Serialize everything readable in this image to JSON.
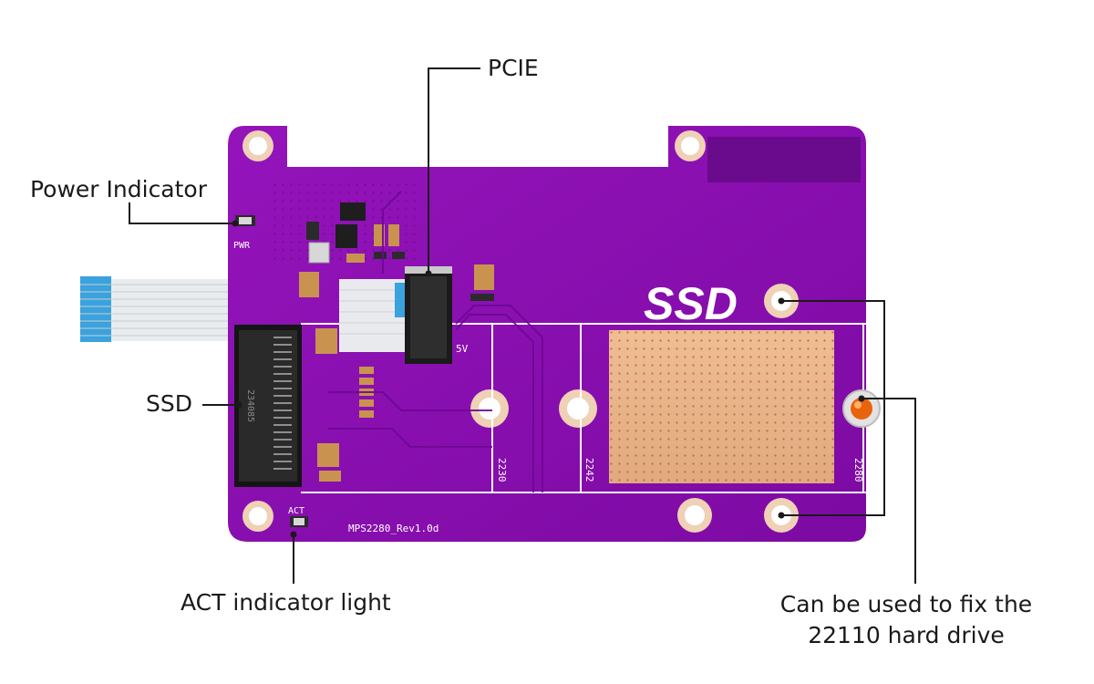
{
  "board": {
    "model": "MPS2280_Rev1.0d",
    "silk_pwr": "PWR",
    "silk_act": "ACT",
    "silk_5v": "5V",
    "ssd_logo": "SSD",
    "slot_marks": [
      "2230",
      "2242",
      "2280"
    ],
    "m2_socket_code": "234085"
  },
  "callouts": {
    "pcie": "PCIE",
    "power_indicator": "Power Indicator",
    "ssd": "SSD",
    "act_indicator": "ACT indicator light",
    "fix_note": "Can be used to fix the 22110 hard drive"
  },
  "colors": {
    "pcb_purple": "#8a0fb0",
    "gold_pad": "#e8b48a",
    "ribbon_blue": "#3aa2dd",
    "silkscreen": "#ffffff",
    "leader_line": "#1a1a1a"
  }
}
